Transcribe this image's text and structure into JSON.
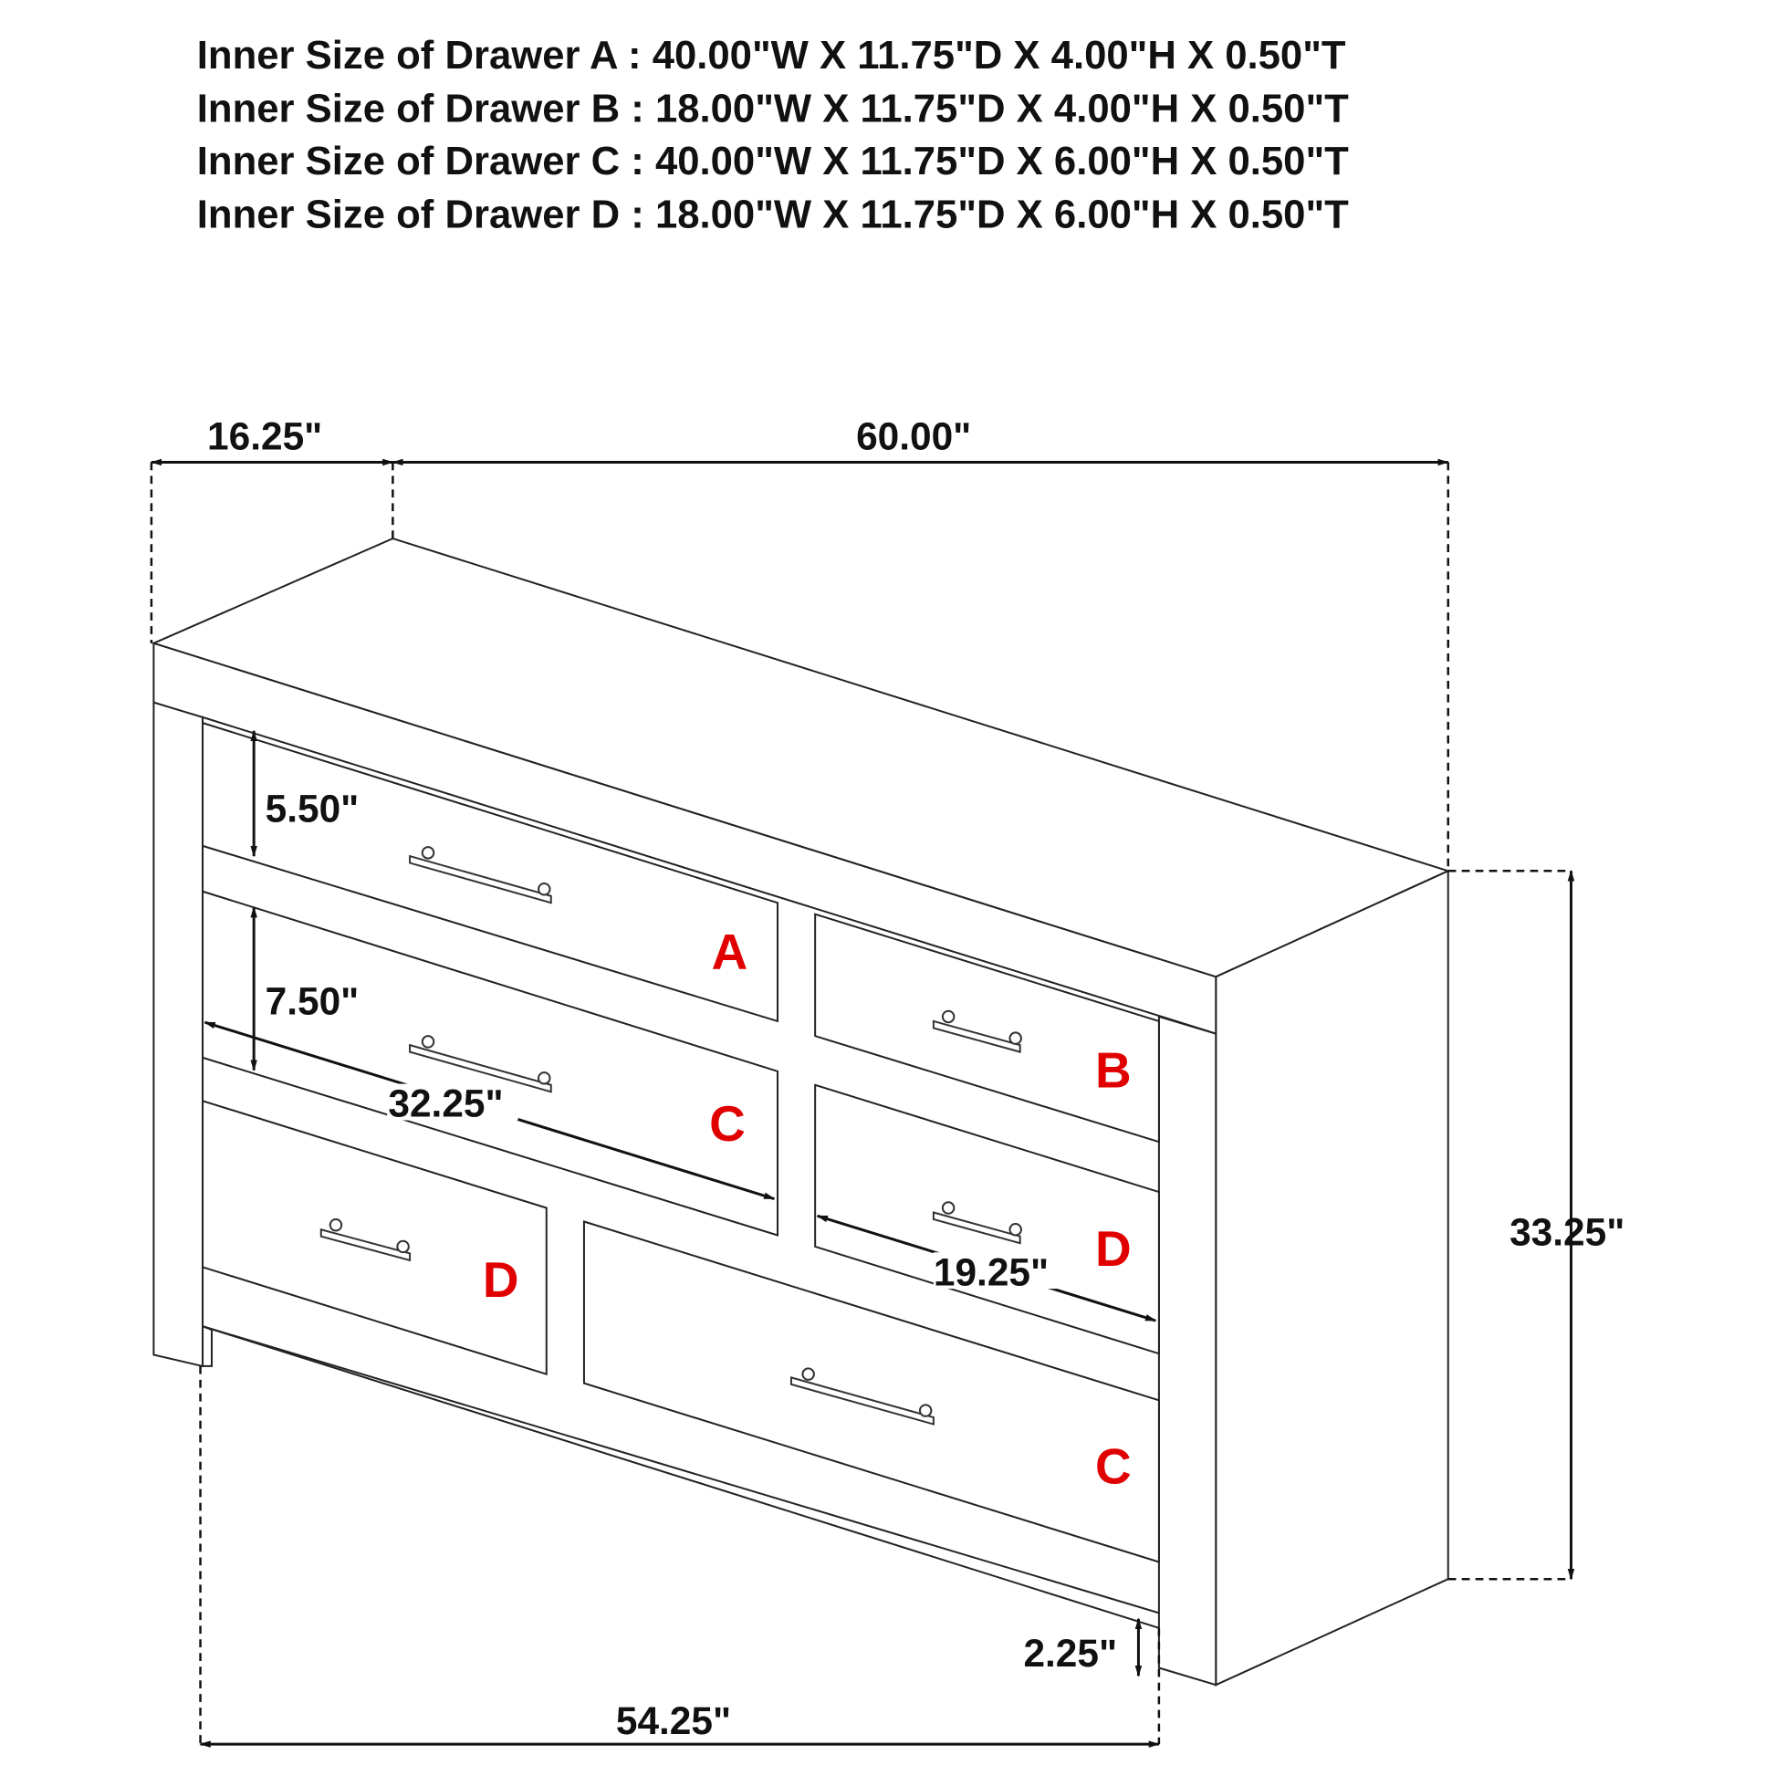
{
  "specs": [
    "Inner Size of Drawer A : 40.00\"W X 11.75\"D X 4.00\"H X 0.50\"T",
    "Inner Size of Drawer B : 18.00\"W X 11.75\"D X 4.00\"H X 0.50\"T",
    "Inner Size of Drawer C : 40.00\"W X 11.75\"D X 6.00\"H X 0.50\"T",
    "Inner Size of Drawer D : 18.00\"W X 11.75\"D X 6.00\"H X 0.50\"T"
  ],
  "dimensions": {
    "depth": "16.25\"",
    "width": "60.00\"",
    "height": "33.25\"",
    "inner_width": "54.25\"",
    "leg_height": "2.25\"",
    "drawer_a_height": "5.50\"",
    "drawer_c_height": "7.50\"",
    "large_drawer_width": "32.25\"",
    "small_drawer_width": "19.25\""
  },
  "drawer_tags": {
    "a": "A",
    "b": "B",
    "c_upper": "C",
    "d_right": "D",
    "d_left": "D",
    "c_lower": "C"
  },
  "colors": {
    "tag": "#e00000",
    "line": "#222222"
  }
}
